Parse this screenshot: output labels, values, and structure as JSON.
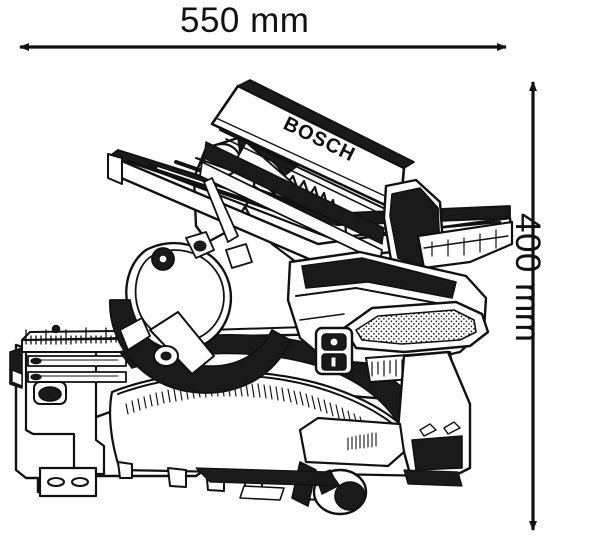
{
  "drawing": {
    "title": "Bosch combination table saw / mitre saw dimensional line drawing",
    "subject": "bosch-combination-saw",
    "brand_label": "BOSCH",
    "style": "technical-line-art",
    "line_color": "#111111",
    "fill_color": "#ffffff",
    "shade_color": "#1a1a1a",
    "background_color": "#ffffff"
  },
  "dimensions": {
    "width": {
      "value": "550 mm",
      "orientation": "horizontal",
      "arrow_style": "double-headed"
    },
    "height": {
      "value": "400 mm",
      "orientation": "vertical-rotated-90",
      "arrow_style": "double-headed"
    }
  },
  "icons": {
    "arrow_horizontal": "double-arrow-horizontal-icon",
    "arrow_vertical": "double-arrow-vertical-icon"
  }
}
